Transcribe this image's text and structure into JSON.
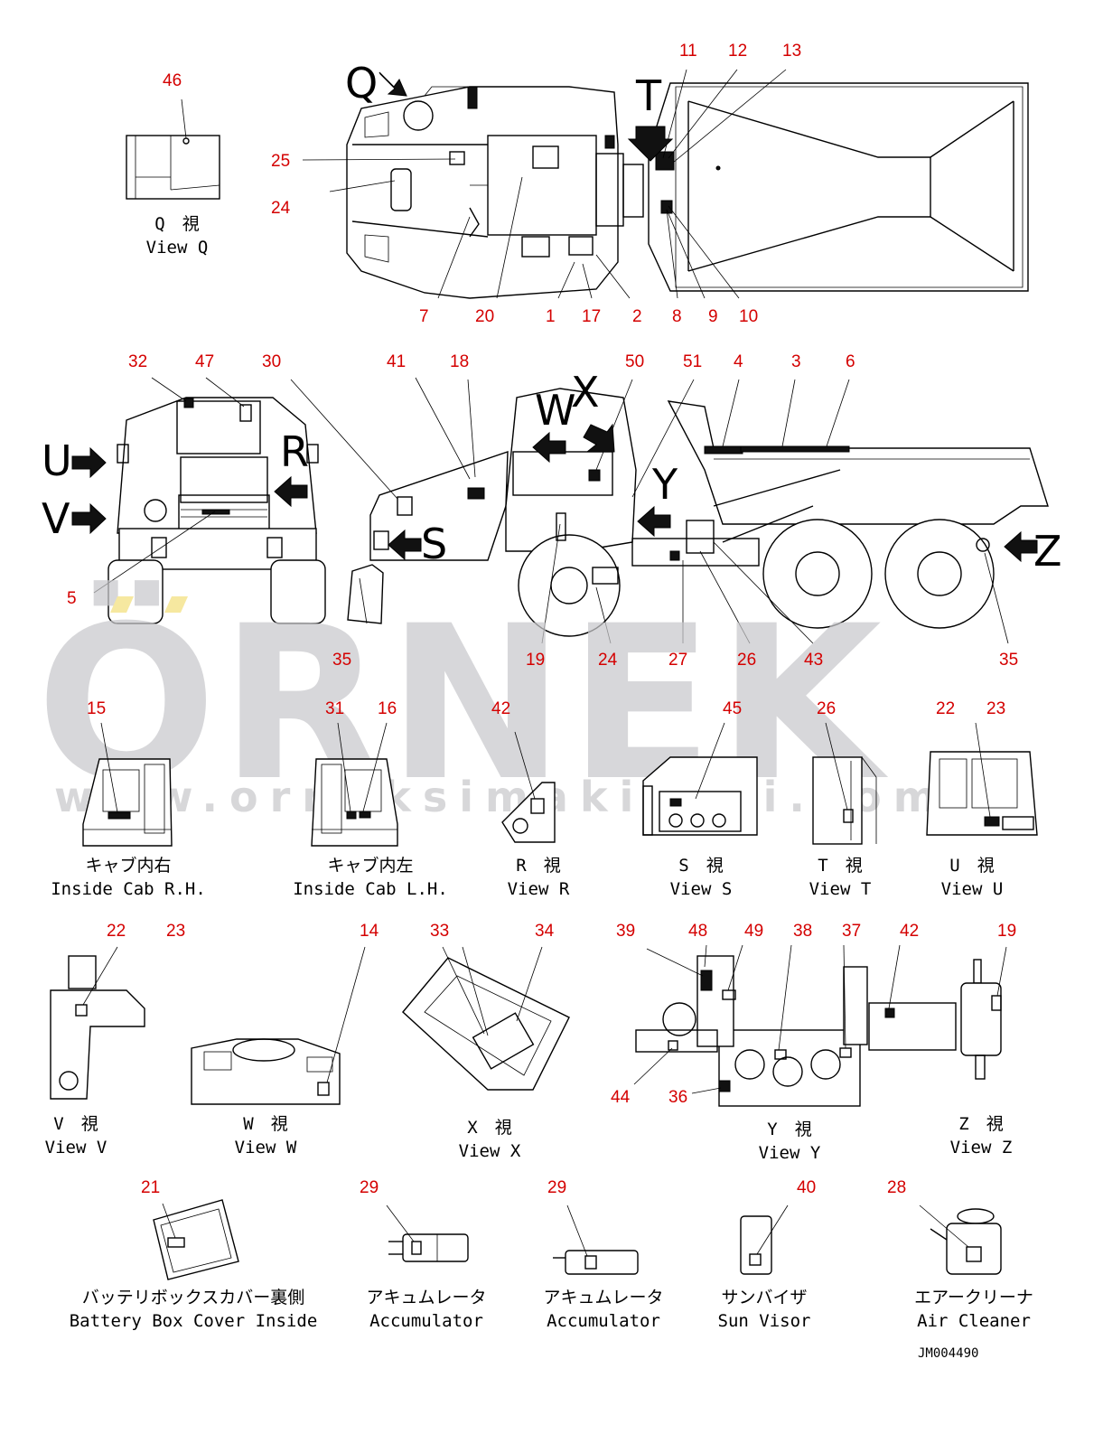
{
  "watermark": {
    "brand": "ÖRNEK",
    "url": "www.orneksimakinesi.com.tr",
    "color": "#c9c9cc"
  },
  "drawing_code": "JM004490",
  "label_color": "#d40000",
  "callouts": {
    "c46": "46",
    "c11": "11",
    "c12": "12",
    "c13": "13",
    "c25": "25",
    "c24a": "24",
    "c7": "7",
    "c20": "20",
    "c1": "1",
    "c17": "17",
    "c2": "2",
    "c8": "8",
    "c9": "9",
    "c10": "10",
    "c32": "32",
    "c47": "47",
    "c30": "30",
    "c41": "41",
    "c18": "18",
    "c50": "50",
    "c51": "51",
    "c4": "4",
    "c3": "3",
    "c6": "6",
    "c5": "5",
    "c35a": "35",
    "c19a": "19",
    "c24b": "24",
    "c27": "27",
    "c26a": "26",
    "c43": "43",
    "c35b": "35",
    "c15": "15",
    "c31": "31",
    "c16": "16",
    "c42a": "42",
    "c45": "45",
    "c26b": "26",
    "c22a": "22",
    "c23a": "23",
    "c22b": "22",
    "c23b": "23",
    "c14": "14",
    "c33": "33",
    "c34": "34",
    "c39": "39",
    "c48": "48",
    "c49": "49",
    "c38": "38",
    "c37": "37",
    "c42b": "42",
    "c19b": "19",
    "c44": "44",
    "c36": "36",
    "c21": "21",
    "c29a": "29",
    "c29b": "29",
    "c40": "40",
    "c28": "28"
  },
  "view_letters": {
    "Q": "Q",
    "T": "T",
    "U": "U",
    "V": "V",
    "R": "R",
    "W": "W",
    "X": "X",
    "Y": "Y",
    "S": "S",
    "Z": "Z"
  },
  "captions": {
    "view_q": {
      "jp": "Q　視",
      "en": "View Q"
    },
    "inside_cab_rh": {
      "jp": "キャブ内右",
      "en": "Inside Cab R.H."
    },
    "inside_cab_lh": {
      "jp": "キャブ内左",
      "en": "Inside Cab L.H."
    },
    "view_r": {
      "jp": "R　視",
      "en": "View R"
    },
    "view_s": {
      "jp": "S　視",
      "en": "View S"
    },
    "view_t": {
      "jp": "T　視",
      "en": "View T"
    },
    "view_u": {
      "jp": "U　視",
      "en": "View U"
    },
    "view_v": {
      "jp": "V　視",
      "en": "View V"
    },
    "view_w": {
      "jp": "W　視",
      "en": "View W"
    },
    "view_x": {
      "jp": "X　視",
      "en": "View X"
    },
    "view_y": {
      "jp": "Y　視",
      "en": "View Y"
    },
    "view_z": {
      "jp": "Z　視",
      "en": "View Z"
    },
    "battery_box": {
      "jp": "バッテリボックスカバー裏側",
      "en": "Battery Box Cover Inside"
    },
    "accumulator_1": {
      "jp": "アキュムレータ",
      "en": "Accumulator"
    },
    "accumulator_2": {
      "jp": "アキュムレータ",
      "en": "Accumulator"
    },
    "sun_visor": {
      "jp": "サンバイザ",
      "en": "Sun Visor"
    },
    "air_cleaner": {
      "jp": "エアークリーナ",
      "en": "Air Cleaner"
    }
  }
}
